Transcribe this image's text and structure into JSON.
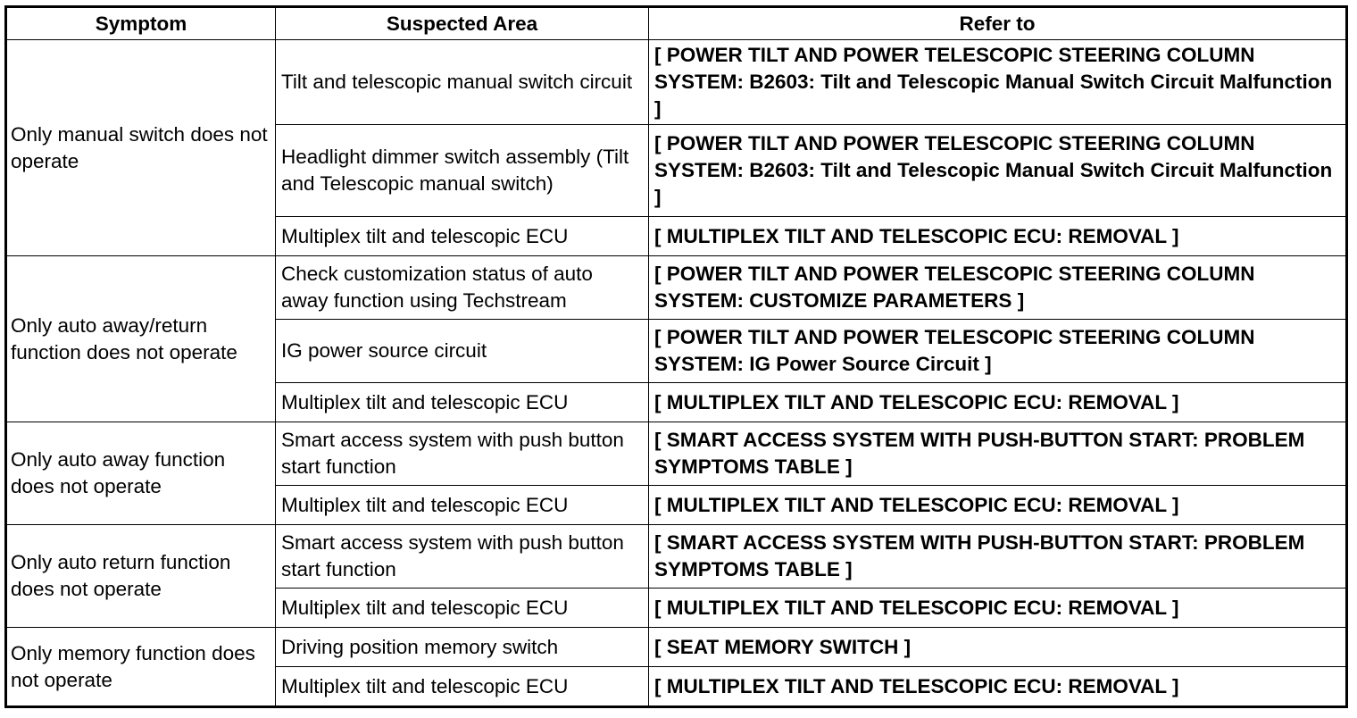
{
  "headers": [
    "Symptom",
    "Suspected Area",
    "Refer to"
  ],
  "groups": [
    {
      "symptom": "Only manual switch does not operate",
      "rows": [
        {
          "area": "Tilt and telescopic manual switch circuit",
          "refer": "[ POWER TILT AND POWER TELESCOPIC STEERING COLUMN SYSTEM: B2603: Tilt and Telescopic Manual Switch Circuit Malfunction ]"
        },
        {
          "area": "Headlight dimmer switch assembly (Tilt and Telescopic manual switch)",
          "refer": "[ POWER TILT AND POWER TELESCOPIC STEERING COLUMN SYSTEM: B2603: Tilt and Telescopic Manual Switch Circuit Malfunction ]"
        },
        {
          "area": "Multiplex tilt and telescopic ECU",
          "refer": "[ MULTIPLEX TILT AND TELESCOPIC ECU: REMOVAL ]"
        }
      ]
    },
    {
      "symptom": "Only auto away/return function does not operate",
      "rows": [
        {
          "area": "Check customization status of auto away function using Techstream",
          "refer": "[ POWER TILT AND POWER TELESCOPIC STEERING COLUMN SYSTEM: CUSTOMIZE PARAMETERS ]"
        },
        {
          "area": "IG power source circuit",
          "refer": "[ POWER TILT AND POWER TELESCOPIC STEERING COLUMN SYSTEM: IG Power Source Circuit ]"
        },
        {
          "area": "Multiplex tilt and telescopic ECU",
          "refer": "[ MULTIPLEX TILT AND TELESCOPIC ECU: REMOVAL ]"
        }
      ]
    },
    {
      "symptom": "Only auto away function does not operate",
      "rows": [
        {
          "area": "Smart access system with push button start function",
          "refer": "[ SMART ACCESS SYSTEM WITH PUSH-BUTTON START: PROBLEM SYMPTOMS TABLE ]"
        },
        {
          "area": "Multiplex tilt and telescopic ECU",
          "refer": "[ MULTIPLEX TILT AND TELESCOPIC ECU: REMOVAL ]"
        }
      ]
    },
    {
      "symptom": "Only auto return function does not operate",
      "rows": [
        {
          "area": "Smart access system with push button start function",
          "refer": "[ SMART ACCESS SYSTEM WITH PUSH-BUTTON START: PROBLEM SYMPTOMS TABLE ]"
        },
        {
          "area": "Multiplex tilt and telescopic ECU",
          "refer": "[ MULTIPLEX TILT AND TELESCOPIC ECU: REMOVAL ]"
        }
      ]
    },
    {
      "symptom": "Only memory function does not operate",
      "rows": [
        {
          "area": "Driving position memory switch",
          "refer": "[ SEAT MEMORY SWITCH ]"
        },
        {
          "area": "Multiplex tilt and telescopic ECU",
          "refer": "[ MULTIPLEX TILT AND TELESCOPIC ECU: REMOVAL ]"
        }
      ]
    }
  ]
}
